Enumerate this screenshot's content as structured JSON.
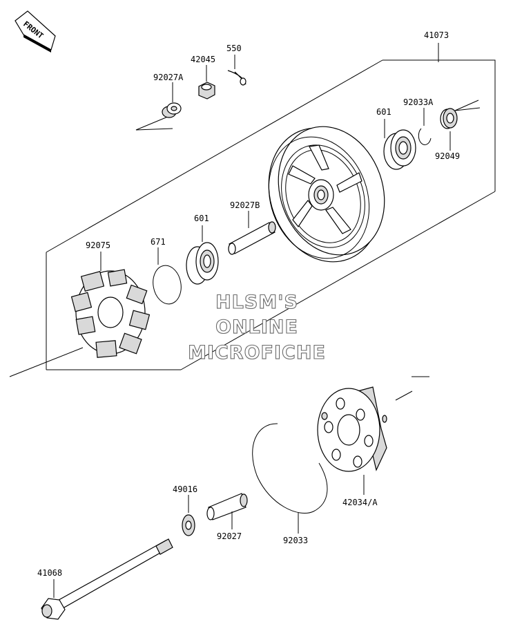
{
  "front_badge": "FRONT",
  "watermark": {
    "line1": "HLSM'S",
    "line2": "ONLINE",
    "line3": "MICROFICHE"
  },
  "labels": {
    "p41073": "41073",
    "p550": "550",
    "p42045": "42045",
    "p92027A": "92027A",
    "p92033A": "92033A",
    "p601_top": "601",
    "p92049": "92049",
    "p92027B": "92027B",
    "p601_mid": "601",
    "p671": "671",
    "p92075": "92075",
    "p42034A": "42034/A",
    "p49016": "49016",
    "p92027": "92027",
    "p92033": "92033",
    "p41068": "41068"
  }
}
